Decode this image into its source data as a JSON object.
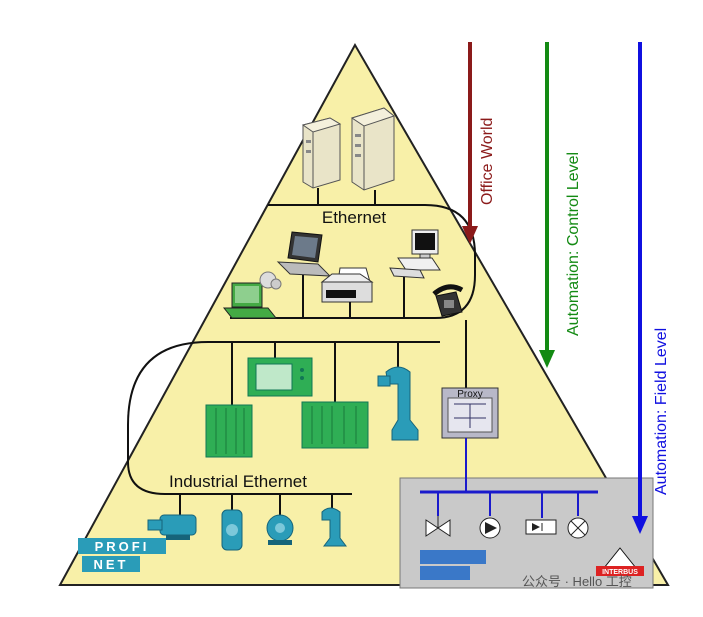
{
  "labels": {
    "ethernet": "Ethernet",
    "industrial_ethernet": "Industrial Ethernet",
    "proxy": "Proxy",
    "office_world": "Office World",
    "control_level": "Automation: Control Level",
    "field_level": "Automation: Field Level"
  },
  "logos": {
    "profinet_top": "PROFI",
    "profinet_bottom": "NET",
    "interbus": "INTERBUS"
  },
  "watermark": "公众号 · Hello 工控",
  "colors": {
    "pyramid_fill": "#f8f0a8",
    "office_arrow": "#8b1a1a",
    "control_arrow": "#138a13",
    "field_arrow": "#1010e0",
    "field_bus": "#1a1acc",
    "device_green": "#2fae55",
    "device_teal": "#2a9cb8",
    "field_box": "#c9c9c9"
  },
  "icons": [
    "server-icon",
    "laptop-icon",
    "desktop-pc-icon",
    "printer-icon",
    "telephone-icon",
    "workstation-icon",
    "plc-rack-icon",
    "hmi-panel-icon",
    "robot-arm-icon",
    "motor-icon",
    "pump-icon",
    "valve-icon",
    "sensor-icon"
  ]
}
